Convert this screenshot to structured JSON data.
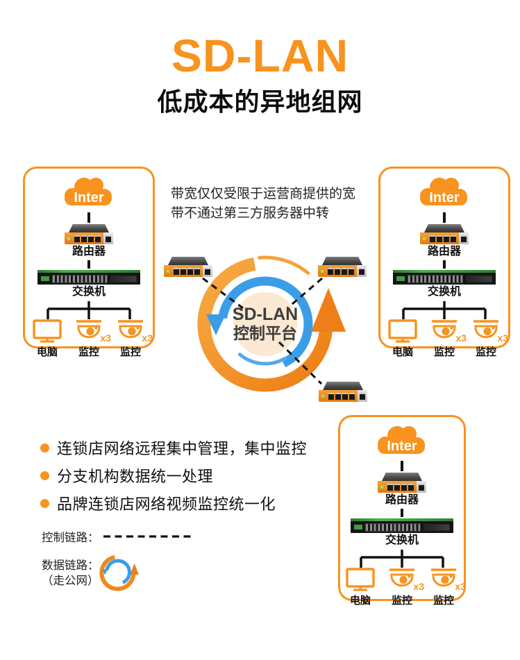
{
  "header": {
    "title": "SD-LAN",
    "subtitle": "低成本的异地组网"
  },
  "intro": {
    "line1": "带宽仅仅受限于运营商提供的宽",
    "line2": "带不通过第三方服务器中转"
  },
  "platform": {
    "name": "SD-LAN",
    "role": "控制平台"
  },
  "sites": [
    {
      "cloud": "Inter",
      "router": "路由器",
      "switch": "交换机",
      "devices": [
        {
          "label": "电脑"
        },
        {
          "label": "监控",
          "badge": "x3"
        },
        {
          "label": "监控",
          "badge": "x3"
        }
      ]
    },
    {
      "cloud": "Inter",
      "router": "路由器",
      "switch": "交换机",
      "devices": [
        {
          "label": "电脑"
        },
        {
          "label": "监控",
          "badge": "x3"
        },
        {
          "label": "监控",
          "badge": "x3"
        }
      ]
    },
    {
      "cloud": "Inter",
      "router": "路由器",
      "switch": "交换机",
      "devices": [
        {
          "label": "电脑"
        },
        {
          "label": "监控",
          "badge": "x3"
        },
        {
          "label": "监控",
          "badge": "x3"
        }
      ]
    }
  ],
  "features": [
    {
      "text": "连锁店网络远程集中管理，集中监控"
    },
    {
      "text": "分支机构数据统一处理"
    },
    {
      "text": "品牌连锁店网络视频监控统一化"
    }
  ],
  "legend": {
    "control_label": "控制链路：",
    "data_label": "数据链路：",
    "data_sublabel": "（走公网）"
  },
  "icons": {
    "cloud": "internet-cloud-icon",
    "router": "router-device",
    "switch": "switch-device",
    "pc": "monitor-icon",
    "camera": "dome-camera-icon",
    "control_link": "dashed-link-line",
    "data_link": "sync-cycle-icon"
  },
  "colors": {
    "accent_orange": "#F7931E",
    "accent_blue": "#3B9DE8",
    "platform_bg": "#FAE8D2",
    "line_black": "#111111"
  }
}
